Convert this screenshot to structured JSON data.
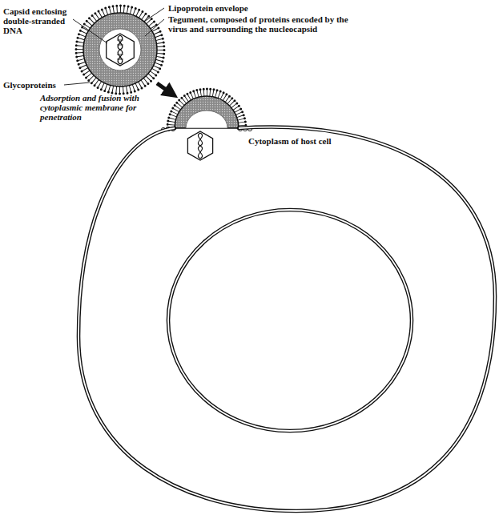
{
  "diagram": {
    "nodes": [
      {
        "text": [
          "Cytoplasm of host cell"
        ]
      }
    ],
    "labels": [
      "Capsid enclosing double-stranded DNA",
      "Lipoprotein envelope",
      "Tegument, composed of proteins encoded by the virus and surrounding the nucleocapsid",
      "Glycoproteins",
      "Adsorption and fusion with cytoplasmic membrane for penetration"
    ]
  }
}
